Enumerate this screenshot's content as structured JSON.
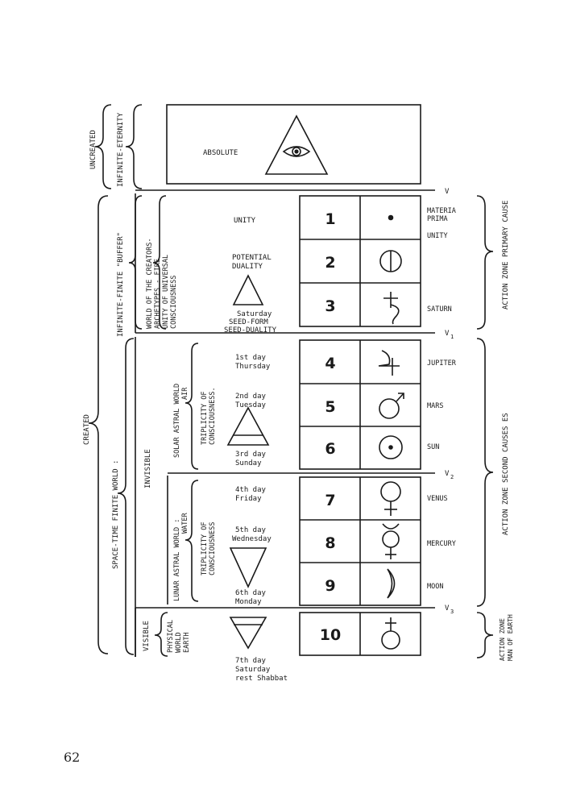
{
  "diagram": {
    "left_labels": {
      "uncreated": "UNCREATED",
      "infinite_eternity": "INFINITE-ETERNITY",
      "created": "CREATED",
      "infinite_finite_buffer": "INFINITE-FINITE \"BUFFER\"",
      "space_time": "SPACE-TIME FINITE WORLD :",
      "invisible": "INVISIBLE",
      "visible": "VISIBLE"
    },
    "world_labels": {
      "creators": [
        "WORLD OF THE CREATORS-",
        "ARCHETYPES - FIRE",
        "UNITY OF UNIVERSAL",
        "CONSCIOUSNESS"
      ],
      "solar": [
        "SOLAR ASTRAL WORLD",
        "AIR"
      ],
      "lunar": [
        "LUNAR ASTRAL WORLD :",
        "WATER"
      ],
      "physical": [
        "PHYSICAL",
        "WORLD",
        "EARTH"
      ],
      "triplicity_upper": [
        "TRIPLICITY OF",
        "CONSCIOUSNESS."
      ],
      "triplicity_lower": [
        "TRIPLICITY OF",
        "CONSCIOUSNESS"
      ]
    },
    "absolute_label": "ABSOLUTE",
    "center_labels": {
      "unity": "UNITY",
      "potential": [
        "POTENTIAL",
        "DUALITY"
      ],
      "saturday_seed": [
        "Saturday",
        "SEED-FORM",
        "SEED-DUALITY"
      ],
      "day4": [
        "1st day",
        "Thursday"
      ],
      "day5": [
        "2nd day",
        "Tuesday"
      ],
      "day6": [
        "3rd day",
        "Sunday"
      ],
      "day7": [
        "4th day",
        "Friday"
      ],
      "day8": [
        "5th day",
        "Wednesday"
      ],
      "day9": [
        "6th day",
        "Monday"
      ],
      "day10": [
        "7th day",
        "Saturday",
        "rest  Shabbat"
      ]
    },
    "numbers": [
      "1",
      "2",
      "3",
      "4",
      "5",
      "6",
      "7",
      "8",
      "9",
      "10"
    ],
    "planets": {
      "p1": [
        "MATERIA",
        "PRIMA"
      ],
      "p1b": "UNITY",
      "p3": "SATURN",
      "p4": "JUPITER",
      "p5": "MARS",
      "p6": "SUN",
      "p7": "VENUS",
      "p8": "MERCURY",
      "p9": "MOON"
    },
    "v_labels": {
      "v": "V",
      "v1": "V",
      "v1s": "1",
      "v2": "V",
      "v2s": "2",
      "v3": "V",
      "v3s": "3"
    },
    "right_labels": {
      "primary": "ACTION ZONE PRIMARY CAUSE",
      "second": "ACTION ZONE SECOND CAUSES ES",
      "man": [
        "ACTION ZONE",
        "MAN OF EARTH"
      ]
    }
  },
  "page_number": "62"
}
